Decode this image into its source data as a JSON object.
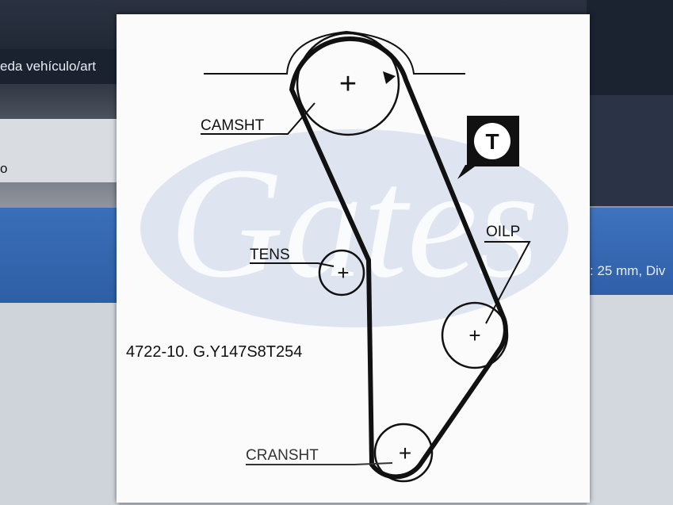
{
  "background": {
    "left_snippet": "eda vehículo/art",
    "left_mid_snippet": "o",
    "right_snippet": ": 25 mm, Div"
  },
  "diagram": {
    "labels": {
      "camshaft": "CAMSHT",
      "tensioner": "TENS",
      "oil_pump": "OILP",
      "crankshaft": "CRANSHT"
    },
    "tension_badge": "T",
    "part_code": "4722-10. G.Y147S8T254",
    "watermark": "Gates",
    "colors": {
      "belt": "#111111",
      "watermark": "#c9d3e6",
      "panel": "#fbfbfb"
    }
  }
}
